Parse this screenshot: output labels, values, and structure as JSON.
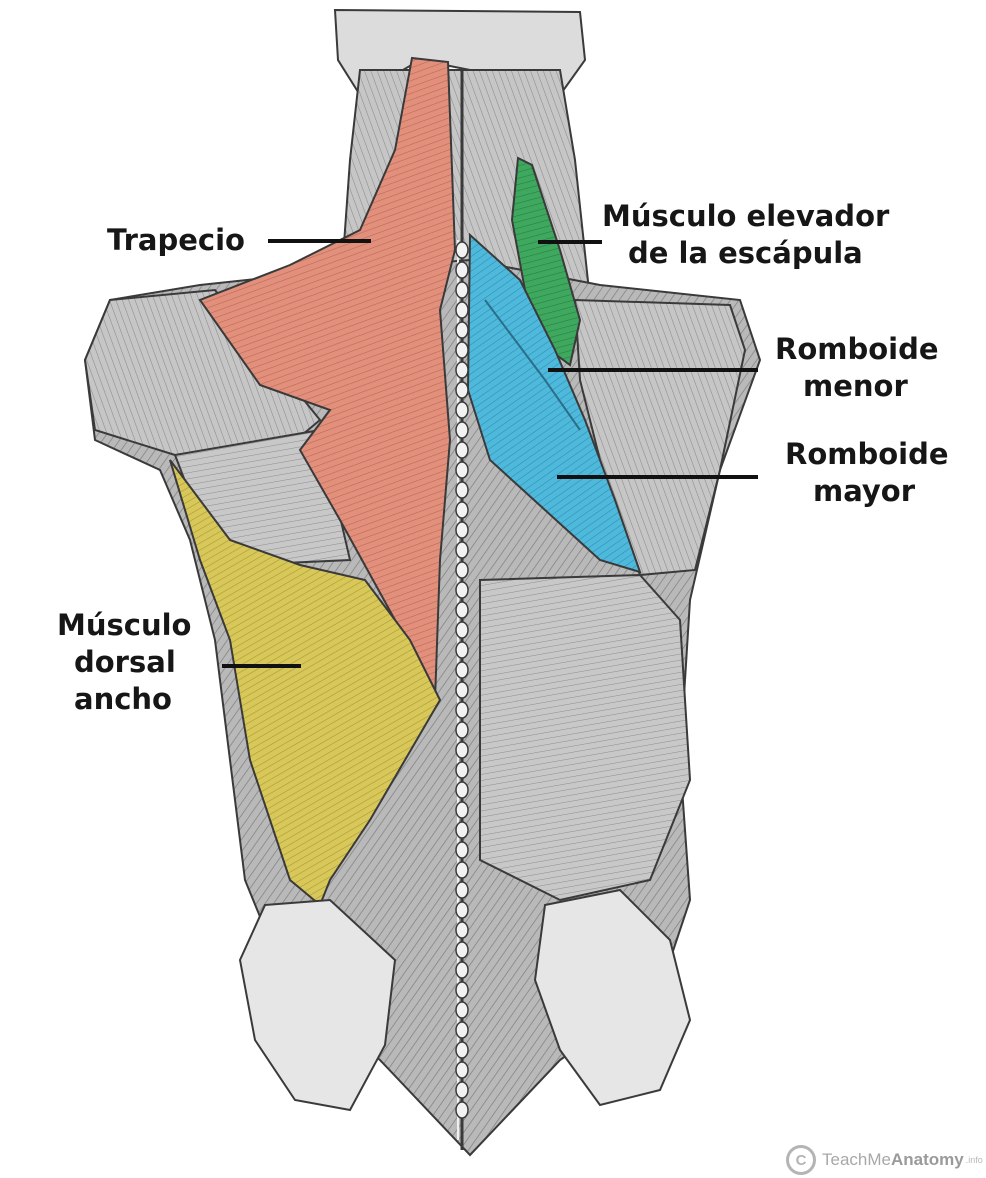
{
  "labels": {
    "trapezius": "Trapecio",
    "levator_line1": "Músculo elevador",
    "levator_line2": "de la escápula",
    "rhomboid_minor_line1": "Romboide",
    "rhomboid_minor_line2": "menor",
    "rhomboid_major_line1": "Romboide",
    "rhomboid_major_line2": "mayor",
    "latissimus_line1": "Músculo",
    "latissimus_line2": "dorsal",
    "latissimus_line3": "ancho"
  },
  "brand": {
    "symbol": "C",
    "name_regular": "TeachMe",
    "name_bold": "Anatomy",
    "suffix": ".info"
  },
  "colors": {
    "trapezius": "#e2907c",
    "levator_scapulae": "#3fa85f",
    "rhomboids": "#4fb9dc",
    "latissimus_dorsi": "#d8c85a",
    "muscle_gray": "#a9a9a9",
    "outline": "#3a3a3a"
  }
}
